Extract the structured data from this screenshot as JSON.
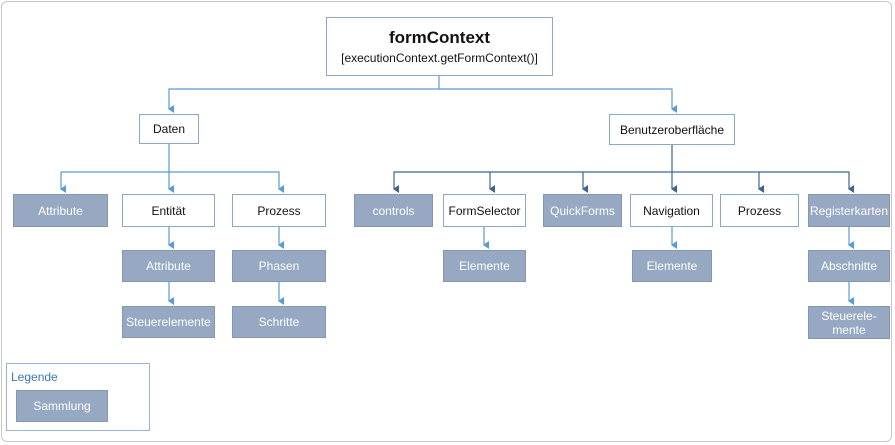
{
  "root": {
    "title": "formContext",
    "subtitle": "[executionContext.getFormContext()]"
  },
  "level1": {
    "data": "Daten",
    "ui": "Benutzeroberfläche"
  },
  "data_children": {
    "attribute": "Attribute",
    "entity": "Entität",
    "process": "Prozess"
  },
  "entity_children": {
    "attribute": "Attribute",
    "controls": "Steuerelemente"
  },
  "process_children": {
    "stages": "Phasen",
    "steps": "Schritte"
  },
  "ui_children": {
    "controls": "controls",
    "formselector": "FormSelector",
    "quickforms": "QuickForms",
    "navigation": "Navigation",
    "process": "Prozess",
    "tabs": "Registerkarten"
  },
  "formselector_children": {
    "items": "Elemente"
  },
  "navigation_children": {
    "items": "Elemente"
  },
  "tabs_children": {
    "sections": "Abschnitte",
    "controls": "Steuerele-mente"
  },
  "legend": {
    "title": "Legende",
    "collection": "Sammlung"
  },
  "colors": {
    "collection_fill": "#97a8c3",
    "light_connector": "#5b9bd5",
    "dark_connector": "#3e6690"
  }
}
